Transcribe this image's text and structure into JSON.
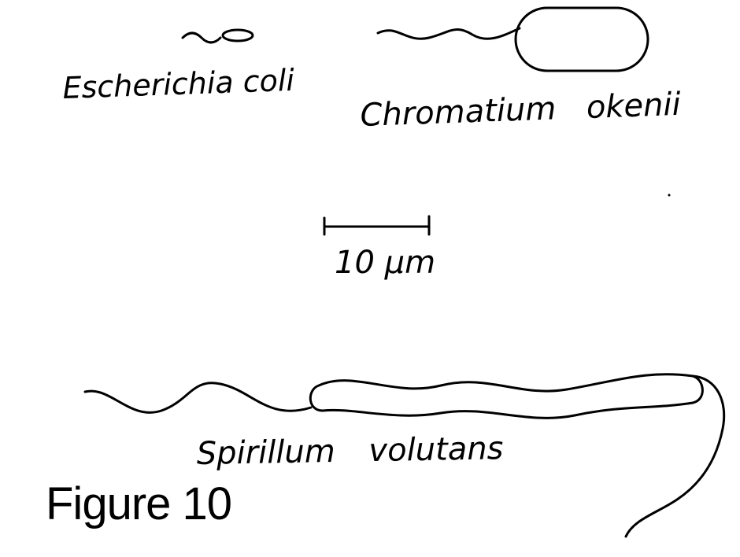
{
  "figure": {
    "caption": "Figure 10"
  },
  "organisms": {
    "ecoli": {
      "label": "Escherichia coli"
    },
    "chromatium": {
      "label": "Chromatium okenii"
    },
    "spirillum": {
      "label": "Spirillum volutans"
    }
  },
  "scale_bar": {
    "label": "10 µm",
    "value": 10,
    "unit": "µm"
  },
  "colors": {
    "ink": "#000000",
    "background": "#ffffff"
  }
}
